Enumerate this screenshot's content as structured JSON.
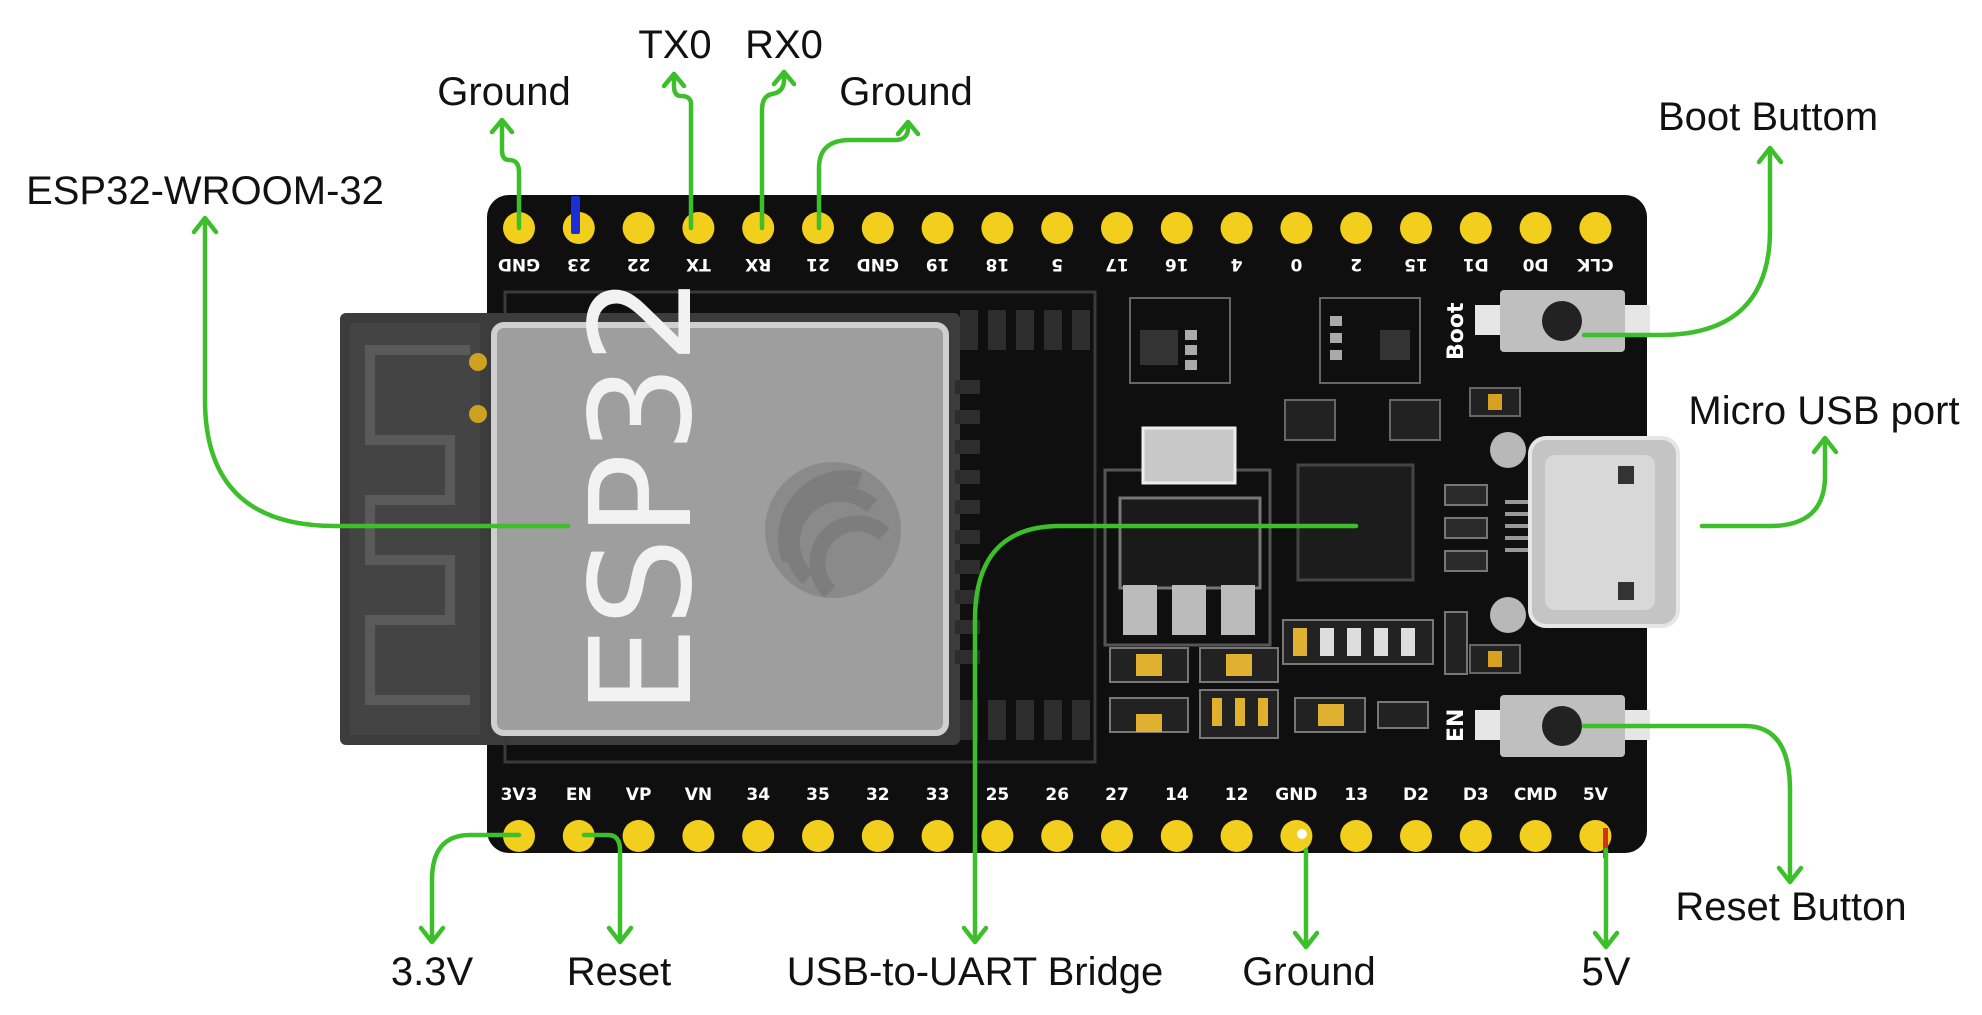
{
  "board": {
    "module_marking": "ESP32",
    "silk_boot": "Boot",
    "silk_en": "EN",
    "top_pins": [
      "GND",
      "23",
      "22",
      "TX",
      "RX",
      "21",
      "GND",
      "19",
      "18",
      "5",
      "17",
      "16",
      "4",
      "0",
      "2",
      "15",
      "D1",
      "D0",
      "CLK"
    ],
    "bottom_pins": [
      "3V3",
      "EN",
      "VP",
      "VN",
      "34",
      "35",
      "32",
      "33",
      "25",
      "26",
      "27",
      "14",
      "12",
      "GND",
      "13",
      "D2",
      "D3",
      "CMD",
      "5V"
    ]
  },
  "callouts": {
    "ground_top_left": "Ground",
    "tx0": "TX0",
    "rx0": "RX0",
    "ground_top_right": "Ground",
    "boot_button": "Boot Buttom",
    "esp32_module": "ESP32-WROOM-32",
    "micro_usb": "Micro USB port",
    "reset_button": "Reset Button",
    "v33": "3.3V",
    "reset_pin": "Reset",
    "usb_uart": "USB-to-UART Bridge",
    "ground_bottom": "Ground",
    "v5": "5V"
  },
  "colors": {
    "leader_green": "#3cbf2a",
    "pcb_black": "#0f0f0f",
    "pin_yellow": "#f2cf1d",
    "module_grey": "#9e9e9e"
  }
}
